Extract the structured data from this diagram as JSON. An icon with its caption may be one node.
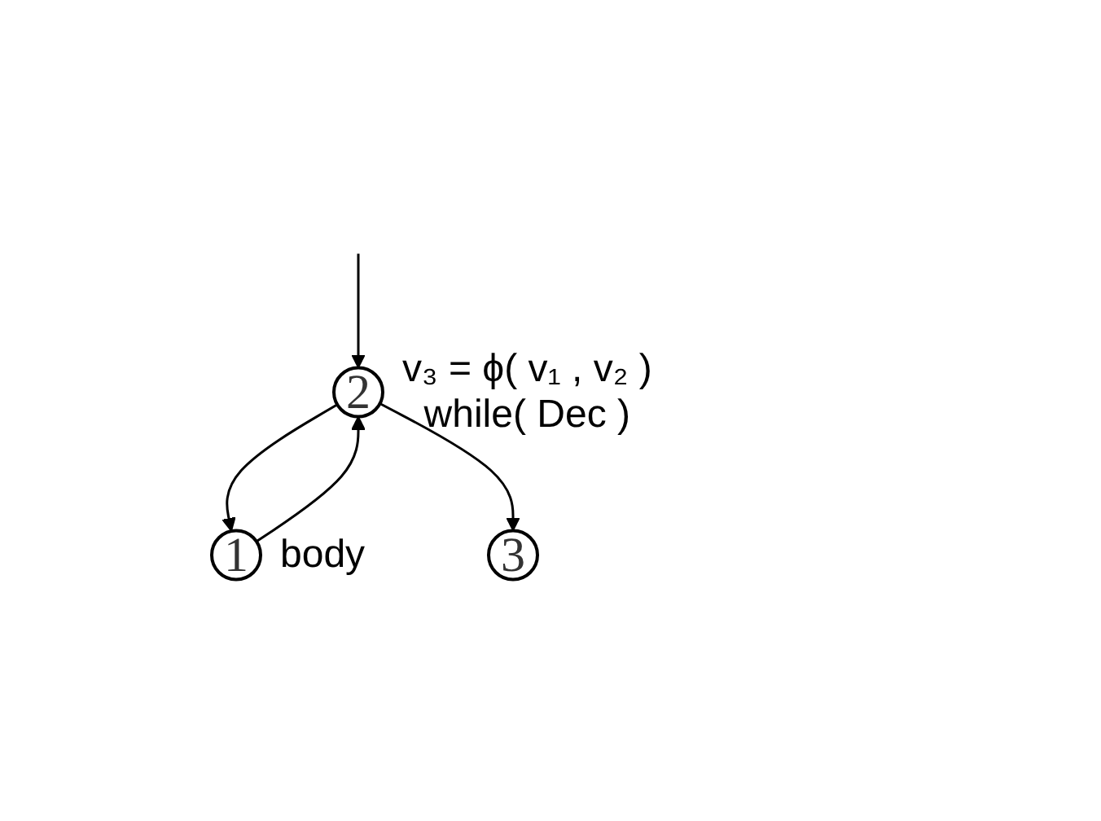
{
  "diagram": {
    "nodes": [
      {
        "text": [
          "2"
        ],
        "beside": [
          "v₃ = ϕ( v₁ , v₂ )",
          "while( Dec )"
        ]
      },
      {
        "text": [
          "1"
        ],
        "beside": [
          "body"
        ]
      },
      {
        "text": [
          "3"
        ]
      }
    ],
    "edges": [
      {
        "from": null,
        "to": 0,
        "arrow": "to"
      },
      {
        "from": 1,
        "to": 0,
        "arrow": "to"
      },
      {
        "from": 0,
        "to": 1,
        "arrow": "to"
      },
      {
        "from": 0,
        "to": 2,
        "arrow": "to"
      }
    ]
  }
}
